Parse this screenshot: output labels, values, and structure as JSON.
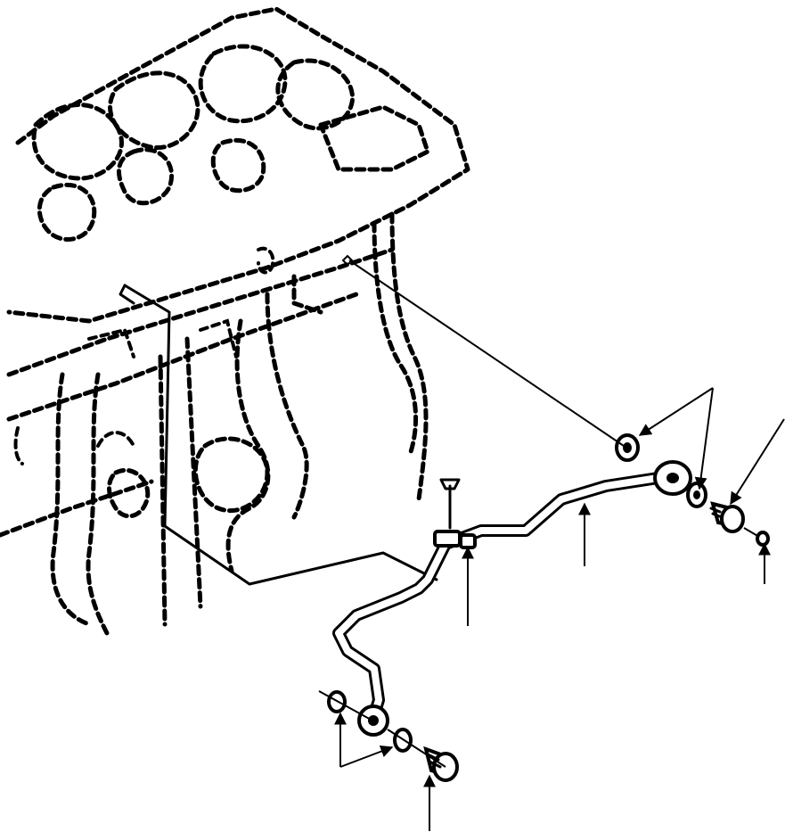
{
  "figure": {
    "type": "exploded-parts-illustration",
    "callout_labels": [],
    "line_color": "#000000",
    "background_color": "#ffffff"
  },
  "components": [
    {
      "id": "engine-block",
      "style": "phantom-dashed"
    },
    {
      "id": "mounting-bracket",
      "style": "solid"
    },
    {
      "id": "oil-tube",
      "style": "solid"
    },
    {
      "id": "upper-banjo-fitting",
      "style": "solid"
    },
    {
      "id": "upper-sealing-washers",
      "style": "solid"
    },
    {
      "id": "upper-banjo-bolt",
      "style": "solid"
    },
    {
      "id": "lower-banjo-fitting",
      "style": "solid"
    },
    {
      "id": "lower-sealing-washers",
      "style": "solid"
    },
    {
      "id": "lower-banjo-bolt",
      "style": "solid"
    },
    {
      "id": "tube-clamp",
      "style": "solid"
    },
    {
      "id": "clamp-bolt",
      "style": "solid"
    }
  ]
}
